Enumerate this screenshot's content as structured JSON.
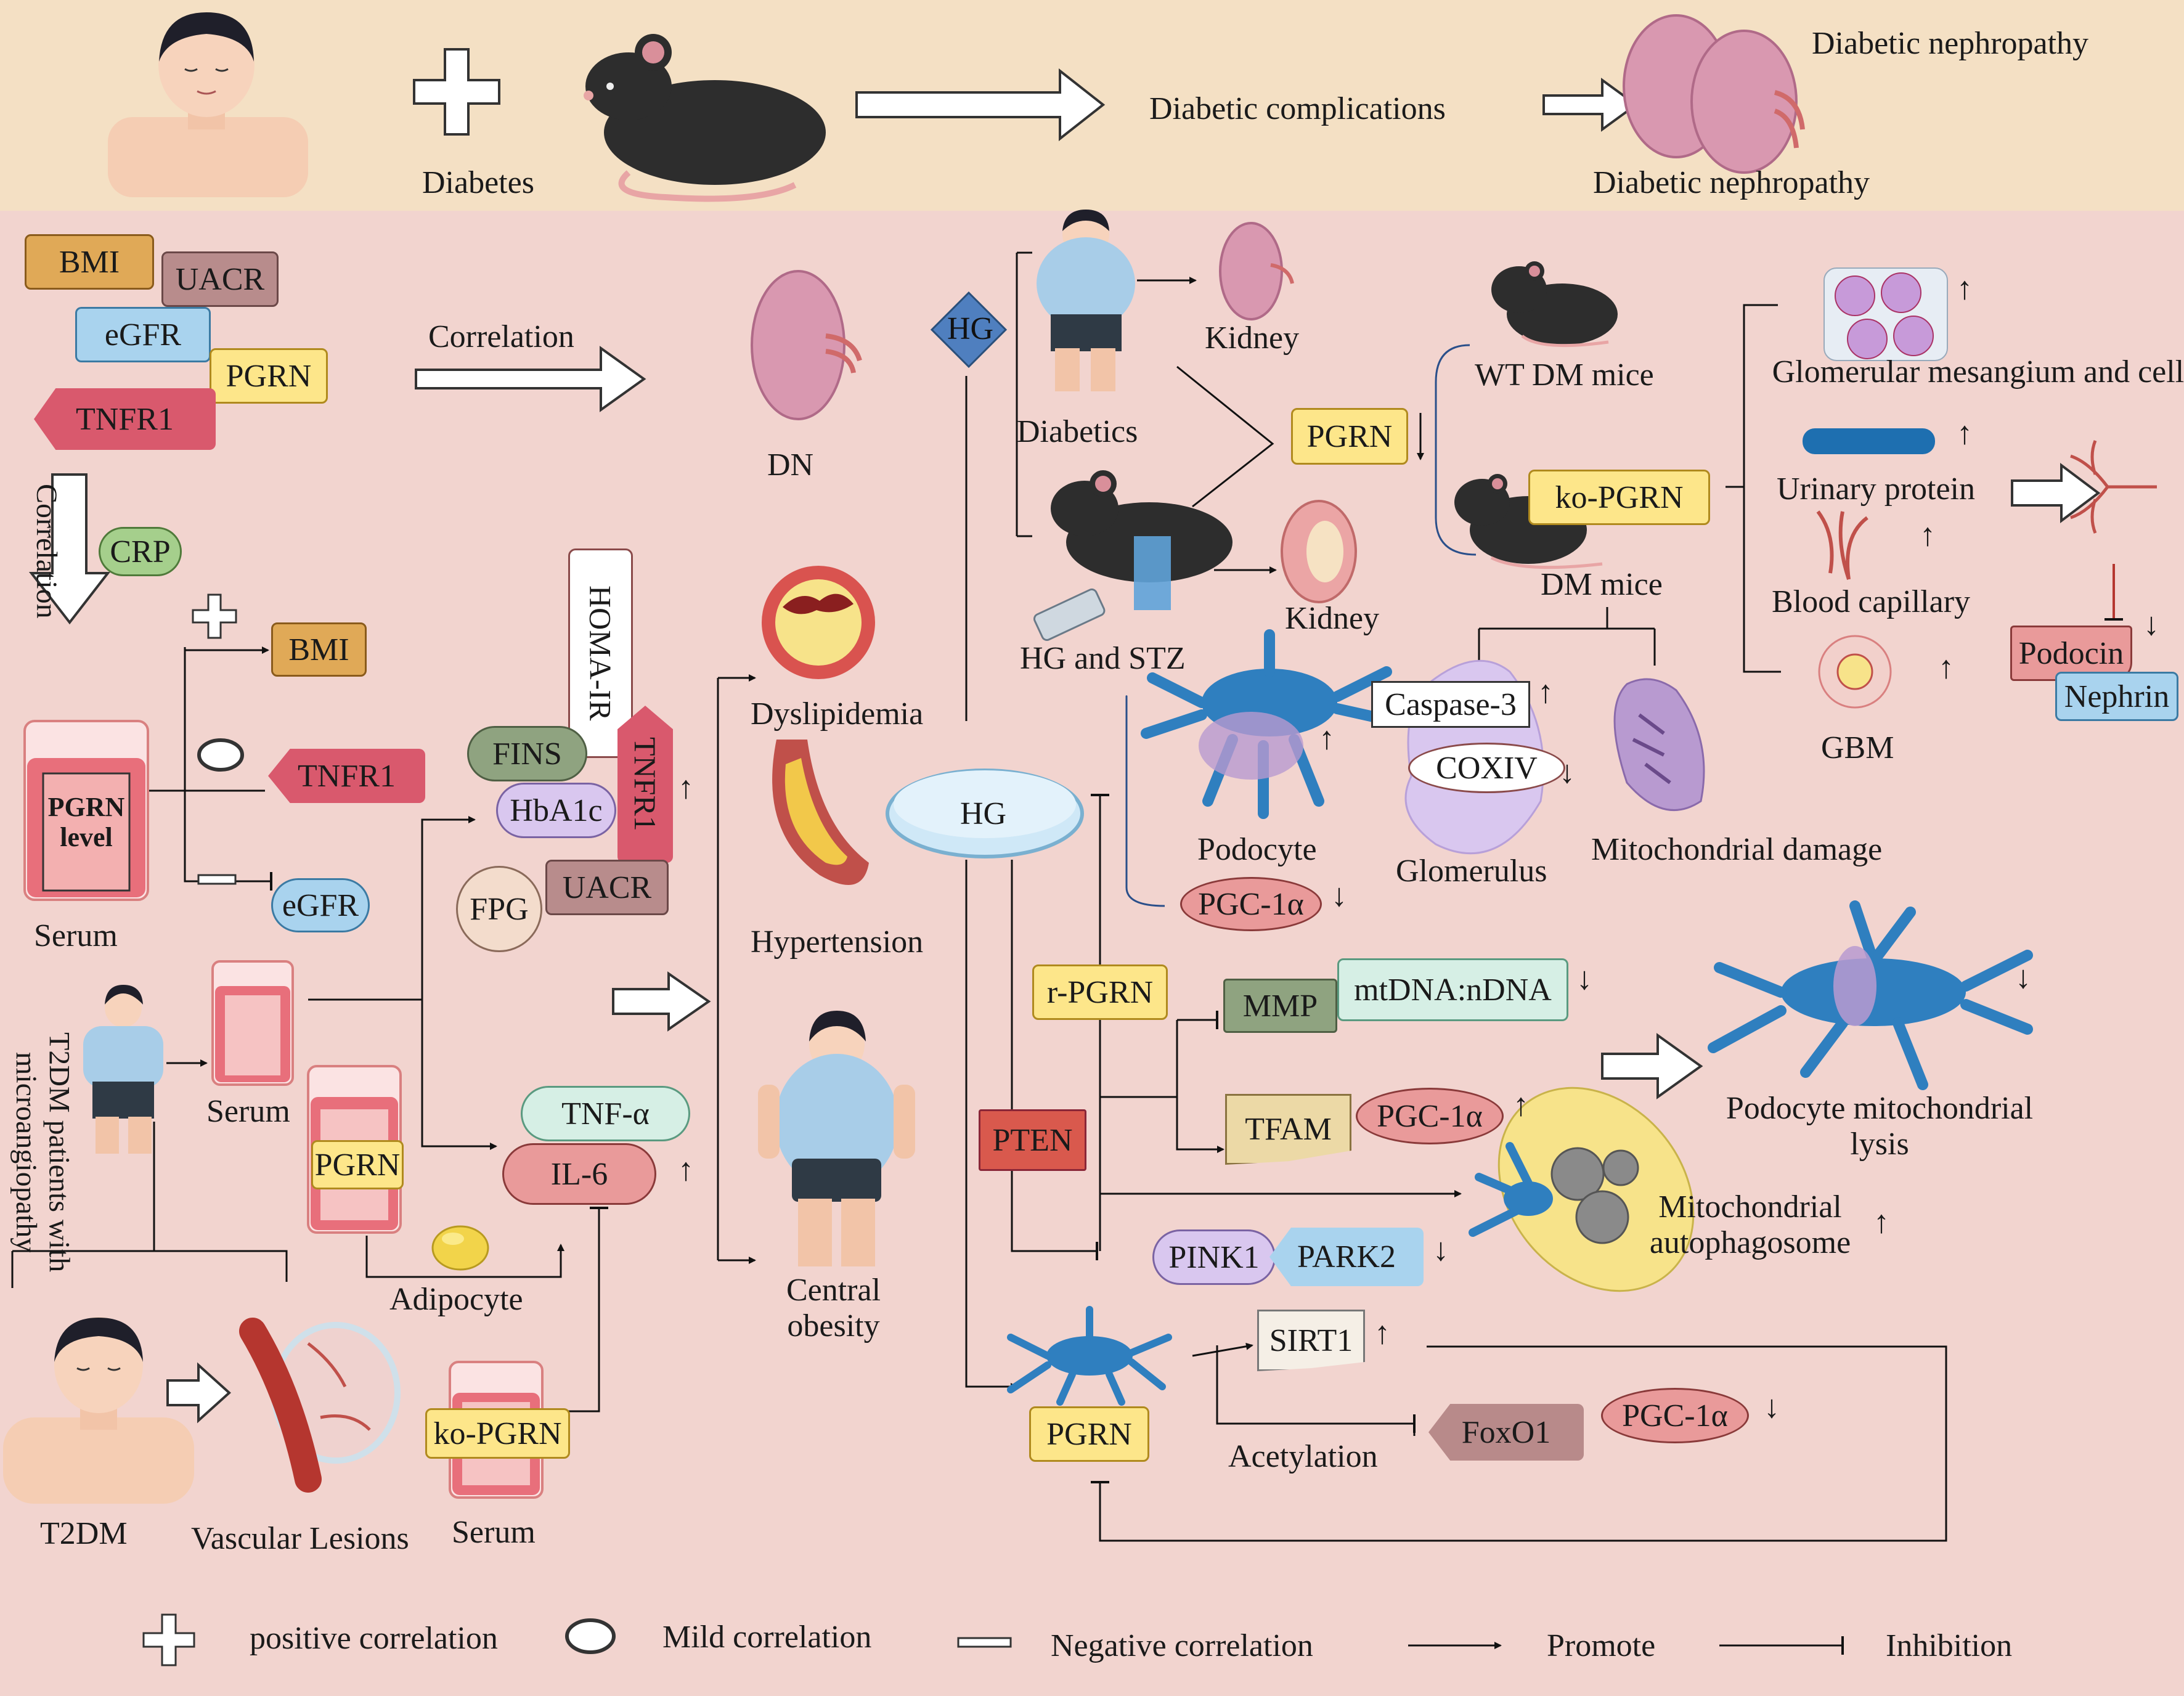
{
  "header": {
    "diabetes": "Diabetes",
    "complications": "Diabetic complications",
    "nephropathy_top": "Diabetic nephropathy",
    "nephropathy_bottom": "Diabetic nephropathy"
  },
  "clinical": {
    "bmi": "BMI",
    "uacr": "UACR",
    "egfr": "eGFR",
    "pgrn": "PGRN",
    "tnfr1": "TNFR1",
    "correlation_h": "Correlation",
    "correlation_v": "Correlation",
    "dn": "DN",
    "crp": "CRP",
    "bmi2": "BMI",
    "tnfr1_2": "TNFR1",
    "egfr2": "eGFR",
    "pgrn_level": "PGRN level",
    "serum1": "Serum"
  },
  "metabolic": {
    "homa_ir": "HOMA-IR",
    "fins": "FINS",
    "tnfr1": "TNFR1",
    "hba1c": "HbA1c",
    "fpg": "FPG",
    "uacr": "UACR",
    "tnfa": "TNF-α",
    "il6": "IL-6",
    "serum2": "Serum",
    "pgrn": "PGRN",
    "adipocyte": "Adipocyte",
    "ko_pgrn": "ko-PGRN",
    "serum3": "Serum",
    "t2dm_patients": "T2DM patients with microangiopathy",
    "t2dm": "T2DM",
    "vascular": "Vascular Lesions"
  },
  "outcomes": {
    "dyslipidemia": "Dyslipidemia",
    "hypertension": "Hypertension",
    "obesity": "Central obesity"
  },
  "mechanism": {
    "hg_diamond": "HG",
    "diabetics": "Diabetics",
    "kidney1": "Kidney",
    "kidney2": "Kidney",
    "hg_stz": "HG and STZ",
    "pgrn_down": "PGRN",
    "wt_mice": "WT DM mice",
    "ko_pgrn": "ko-PGRN",
    "dm_mice": "DM mice",
    "mesangium": "Glomerular mesangium and cells",
    "urinary": "Urinary protein",
    "capillary": "Blood capillary",
    "gbm": "GBM",
    "podocin": "Podocin",
    "nephrin": "Nephrin",
    "hg_dish": "HG",
    "podocyte": "Podocyte",
    "caspase": "Caspase-3",
    "coxiv": "COXIV",
    "glomerulus": "Glomerulus",
    "mito_damage": "Mitochondrial damage",
    "pgc1": "PGC-1α",
    "r_pgrn": "r-PGRN",
    "mmp": "MMP",
    "mtdna": "mtDNA:nDNA",
    "tfam": "TFAM",
    "pgc2": "PGC-1α",
    "pten": "PTEN",
    "pink1": "PINK1",
    "park2": "PARK2",
    "lysis": "Podocyte mitochondrial lysis",
    "autophagosome": "Mitochondrial autophagosome",
    "sirt1": "SIRT1",
    "acetylation": "Acetylation",
    "foxo1": "FoxO1",
    "pgc3": "PGC-1α",
    "pgrn_bottom": "PGRN"
  },
  "legend": {
    "positive": "positive correlation",
    "mild": "Mild correlation",
    "negative": "Negative correlation",
    "promote": "Promote",
    "inhibition": "Inhibition"
  },
  "arrows": {
    "up": "↑",
    "down": "↓"
  },
  "colors": {
    "header_band": "#f4e0c4",
    "background": "#f2d4cf",
    "kidney": "#d998b0",
    "mouse": "#2d2d2d",
    "podocyte": "#2f7fbf"
  }
}
